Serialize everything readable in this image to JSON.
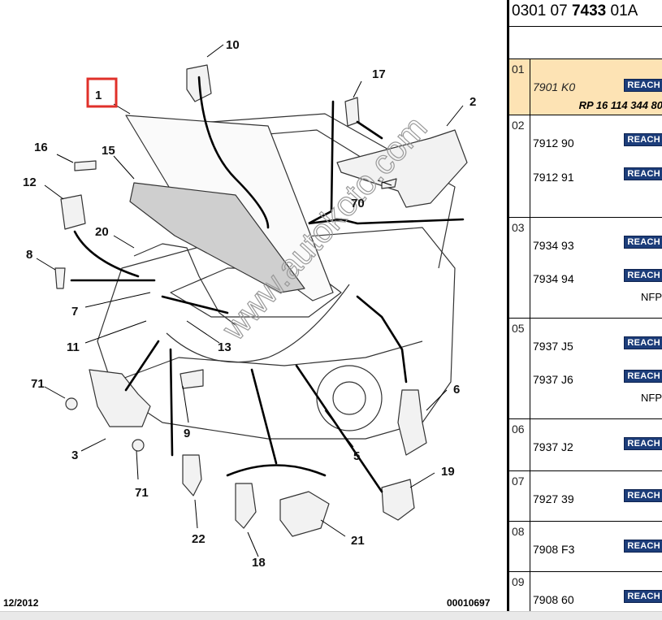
{
  "diagram": {
    "callouts": [
      "1",
      "2",
      "3",
      "5",
      "6",
      "7",
      "8",
      "9",
      "10",
      "11",
      "12",
      "13",
      "15",
      "16",
      "17",
      "18",
      "19",
      "20",
      "21",
      "22",
      "70",
      "71",
      "71"
    ],
    "watermark": "www.autokoto.com",
    "footer_date": "12/2012",
    "footer_ref": "00010697"
  },
  "sidebar": {
    "ref_prefix": "0301 07 ",
    "ref_bold": "7433",
    "ref_suffix": " 01A",
    "badge": "REACH",
    "rows": [
      {
        "num": "01",
        "parts": [
          "7901 K0"
        ],
        "rp": "RP 16 114 344 80",
        "selected": true
      },
      {
        "num": "02",
        "parts": [
          "7912 90",
          "7912 91"
        ]
      },
      {
        "num": "03",
        "parts": [
          "7934 93",
          "7934 94"
        ],
        "nfp": "NFP"
      },
      {
        "num": "05",
        "parts": [
          "7937 J5",
          "7937 J6"
        ],
        "nfp": "NFP"
      },
      {
        "num": "06",
        "parts": [
          "7937 J2"
        ]
      },
      {
        "num": "07",
        "parts": [
          "7927 39"
        ]
      },
      {
        "num": "08",
        "parts": [
          "7908 F3"
        ]
      },
      {
        "num": "09",
        "parts": [
          "7908 60"
        ]
      }
    ]
  },
  "colors": {
    "selection": "#fde3b4",
    "highlight_box": "#e0302a",
    "reach_badge": "#1c3d7a"
  }
}
